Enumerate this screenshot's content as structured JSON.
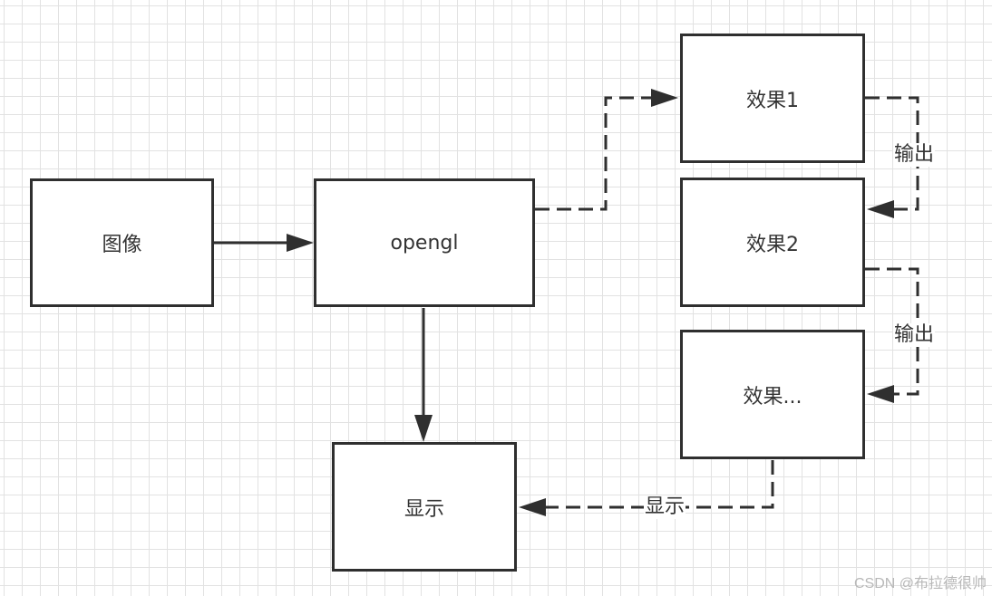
{
  "nodes": {
    "image": "图像",
    "opengl": "opengl",
    "effect1": "效果1",
    "effect2": "效果2",
    "effect_more": "效果...",
    "display": "显示"
  },
  "edge_labels": {
    "output1": "输出",
    "output2": "输出",
    "display": "显示"
  },
  "watermark": "CSDN @布拉德很帅",
  "colors": {
    "stroke": "#2f2f2f",
    "grid": "#e2e2e2",
    "background": "#ffffff"
  }
}
